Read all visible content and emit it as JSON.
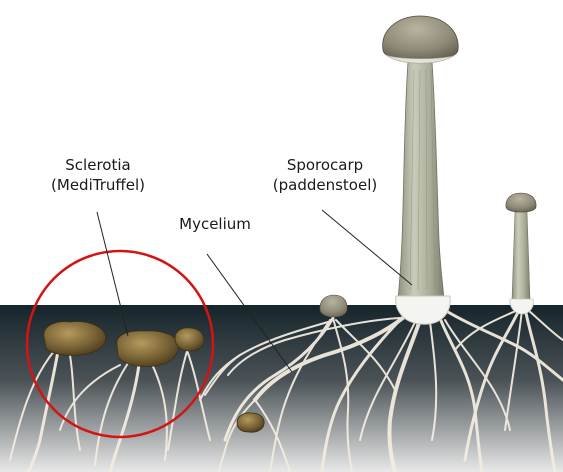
{
  "labels": {
    "sclerotia_line1": "Sclerotia",
    "sclerotia_line2": "(MediTruffel)",
    "sporocarp_line1": "Sporocarp",
    "sporocarp_line2": "(paddenstoel)",
    "mycelium": "Mycelium"
  },
  "colors": {
    "sky": "#ffffff",
    "soil_top": "#16252b",
    "soil_bottom": "#e8e8e8",
    "root": "#f2ece0",
    "sclerotia": "#7a6436",
    "mushroom_cap": "#8f8a78",
    "mushroom_stem": "#b8bcaa",
    "highlight_circle": "#d21414",
    "leader_line": "#222222"
  }
}
